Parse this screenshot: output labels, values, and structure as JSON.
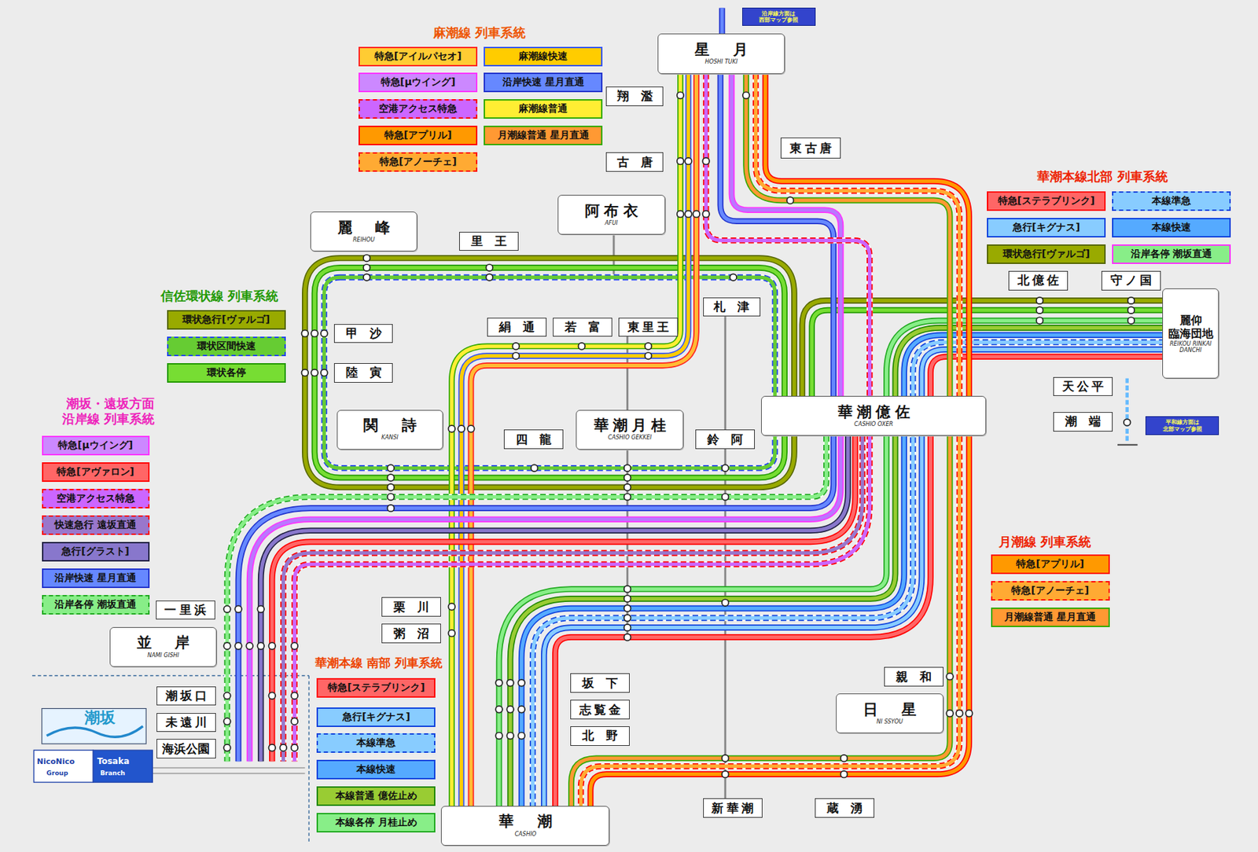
{
  "diagram": {
    "nodes": [
      {
        "text": [
          "沿岸線方面は 西部マップ参照"
        ]
      },
      {
        "text": [
          "星　月",
          "HOSHI TUKI"
        ]
      },
      {
        "text": [
          "翔　濫"
        ]
      },
      {
        "text": [
          "古　唐"
        ]
      },
      {
        "text": [
          "東古唐"
        ]
      },
      {
        "text": [
          "阿布衣",
          "AFUI"
        ]
      },
      {
        "text": [
          "麗　峰",
          "REIHOU"
        ]
      },
      {
        "text": [
          "里　王"
        ]
      },
      {
        "text": [
          "北億佐"
        ]
      },
      {
        "text": [
          "守ノ国"
        ]
      },
      {
        "text": [
          "麗仰 臨海団地",
          "REIKOU RINKAI DANCHI"
        ]
      },
      {
        "text": [
          "札　津"
        ]
      },
      {
        "text": [
          "絹　通"
        ]
      },
      {
        "text": [
          "若　富"
        ]
      },
      {
        "text": [
          "東里王"
        ]
      },
      {
        "text": [
          "甲　沙"
        ]
      },
      {
        "text": [
          "陸　寅"
        ]
      },
      {
        "text": [
          "天公平"
        ]
      },
      {
        "text": [
          "関　詩",
          "KANSI"
        ]
      },
      {
        "text": [
          "華潮億佐",
          "CASHIO OXER"
        ]
      },
      {
        "text": [
          "潮　端"
        ]
      },
      {
        "text": [
          "平和線方面は 北部マップ参照"
        ]
      },
      {
        "text": [
          "四　龍"
        ]
      },
      {
        "text": [
          "華潮月桂",
          "CASHIO GEKKEI"
        ]
      },
      {
        "text": [
          "鈴　阿"
        ]
      },
      {
        "text": [
          "栗　川"
        ]
      },
      {
        "text": [
          "一里浜"
        ]
      },
      {
        "text": [
          "粥　沼"
        ]
      },
      {
        "text": [
          "並　岸",
          "NAMI GISHI"
        ]
      },
      {
        "text": [
          "親　和"
        ]
      },
      {
        "text": [
          "坂　下"
        ]
      },
      {
        "text": [
          "潮坂口"
        ]
      },
      {
        "text": [
          "日　星",
          "NI SSYOU"
        ]
      },
      {
        "text": [
          "志覧金"
        ]
      },
      {
        "text": [
          "未遠川"
        ]
      },
      {
        "text": [
          "北　野"
        ]
      },
      {
        "text": [
          "海浜公園"
        ]
      },
      {
        "text": [
          "新華潮"
        ]
      },
      {
        "text": [
          "蔵　湧"
        ]
      },
      {
        "text": [
          "華　潮",
          "CASHIO"
        ]
      }
    ],
    "labels": [
      "麻潮線 列車系統",
      "華潮本線北部 列車系統",
      "信佐環状線 列車系統",
      "潮坂・遠坂方面 沿岸線 列車系統",
      "華潮本線 南部 列車系統",
      "月潮線 列車系統",
      "潮坂",
      "NicoNico",
      "Group",
      "Tosaka",
      "Branch"
    ],
    "legend": [
      {
        "text": "特急[アイルパセオ]",
        "color": "#ffcc33"
      },
      {
        "text": "特急[μウイング]",
        "color": "#cc88ff"
      },
      {
        "text": "空港アクセス特急",
        "color": "#cc66ff"
      },
      {
        "text": "特急[アプリル]",
        "color": "#ff9900"
      },
      {
        "text": "特急[アノーチェ]",
        "color": "#ffaa33"
      },
      {
        "text": "麻潮線快速",
        "color": "#ffcc00"
      },
      {
        "text": "沿岸快速 星月直通",
        "color": "#6688ff"
      },
      {
        "text": "麻潮線普通",
        "color": "#ffee33"
      },
      {
        "text": "月潮線普通 星月直通",
        "color": "#ff9933"
      },
      {
        "text": "特急[ステラブリンク]",
        "color": "#ff6666"
      },
      {
        "text": "本線準急",
        "color": "#88ccff"
      },
      {
        "text": "急行[キグナス]",
        "color": "#88ccff"
      },
      {
        "text": "本線快速",
        "color": "#55aaff"
      },
      {
        "text": "環状急行[ヴァルゴ]",
        "color": "#99aa00"
      },
      {
        "text": "沿岸各停 潮坂直通",
        "color": "#88ee88"
      },
      {
        "text": "環状急行[ヴァルゴ]",
        "color": "#99aa00"
      },
      {
        "text": "環状区間快速",
        "color": "#66cc33"
      },
      {
        "text": "環状各停",
        "color": "#77dd33"
      },
      {
        "text": "特急[μウイング]",
        "color": "#cc88ff"
      },
      {
        "text": "特急[アヴァロン]",
        "color": "#ff6666"
      },
      {
        "text": "空港アクセス特急",
        "color": "#cc66ff"
      },
      {
        "text": "快速急行 遠坂直通",
        "color": "#9977cc"
      },
      {
        "text": "急行[グラスト]",
        "color": "#8877cc"
      },
      {
        "text": "沿岸快速 星月直通",
        "color": "#6688ff"
      },
      {
        "text": "沿岸各停 潮坂直通",
        "color": "#88ee88"
      },
      {
        "text": "特急[ステラブリンク]",
        "color": "#ff6666"
      },
      {
        "text": "急行[キグナス]",
        "color": "#88ccff"
      },
      {
        "text": "本線準急",
        "color": "#88ccff"
      },
      {
        "text": "本線快速",
        "color": "#55aaff"
      },
      {
        "text": "本線普通 億佐止め",
        "color": "#99cc33"
      },
      {
        "text": "本線各停 月桂止め",
        "color": "#88ee88"
      },
      {
        "text": "特急[アプリル]",
        "color": "#ff9900"
      },
      {
        "text": "特急[アノーチェ]",
        "color": "#ffaa33"
      },
      {
        "text": "月潮線普通 星月直通",
        "color": "#ff9933"
      }
    ]
  }
}
